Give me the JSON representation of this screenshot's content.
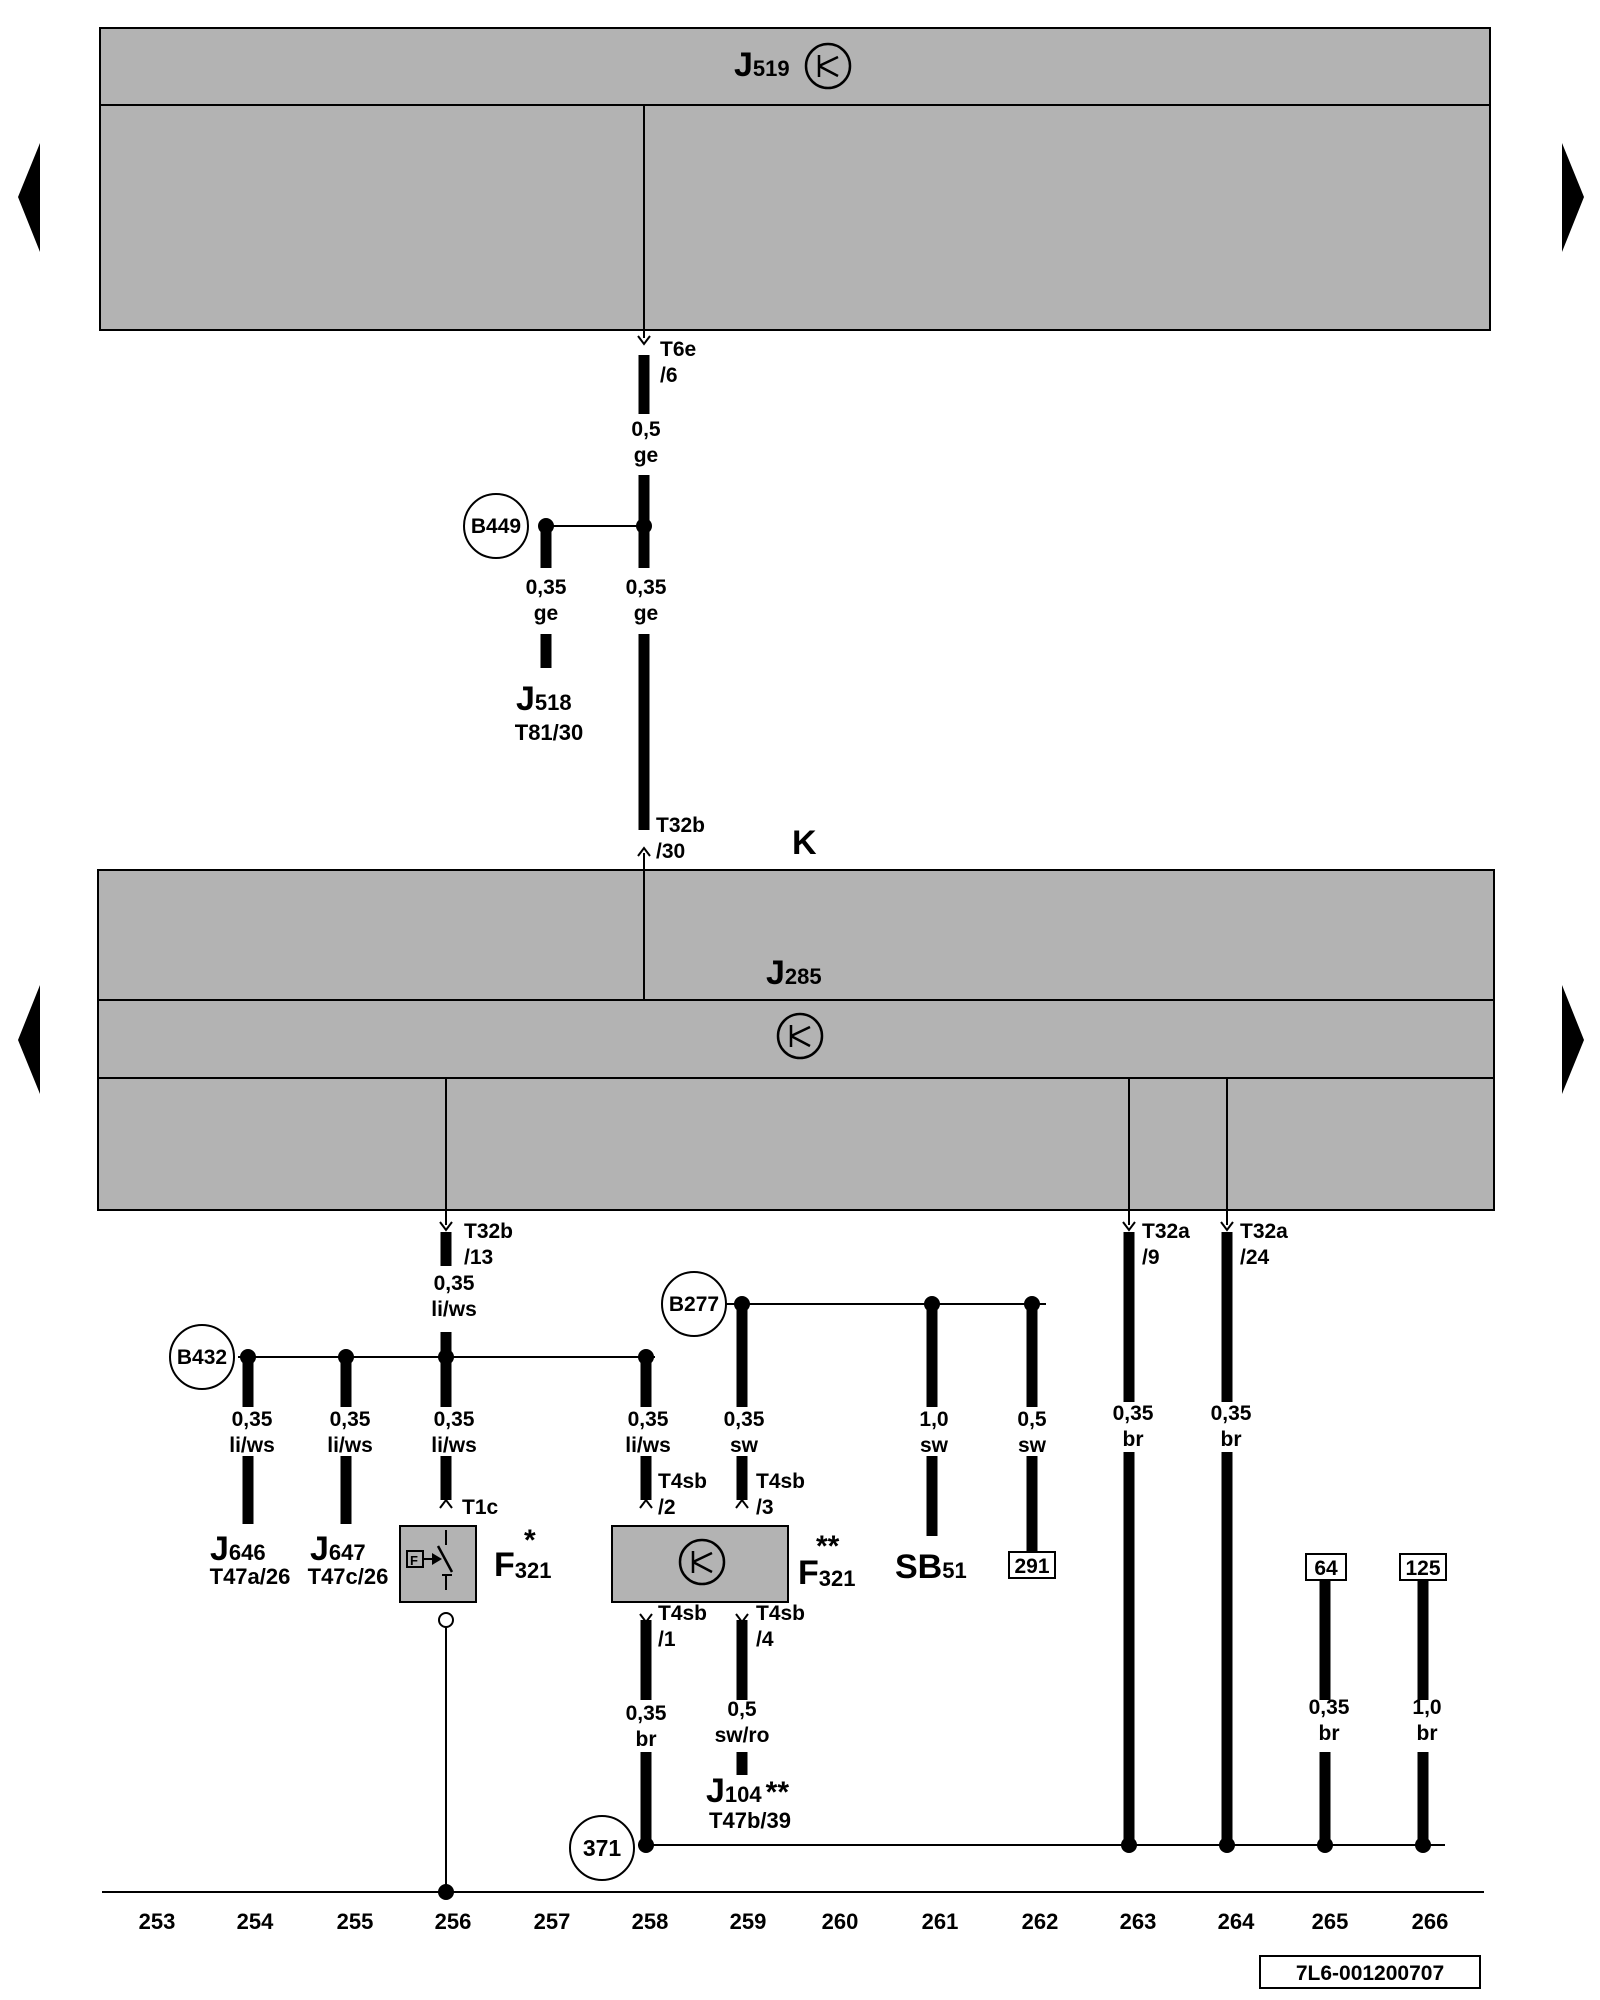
{
  "components": {
    "j519": {
      "letter": "J",
      "sub": "519"
    },
    "k": {
      "label": "K"
    },
    "j285": {
      "letter": "J",
      "sub": "285"
    },
    "j518": {
      "letter": "J",
      "sub": "518",
      "pin": "T81/30"
    },
    "j646": {
      "letter": "J",
      "sub": "646",
      "pin": "T47a/26"
    },
    "j647": {
      "letter": "J",
      "sub": "647",
      "pin": "T47c/26"
    },
    "f321_a": {
      "letter": "F",
      "sub": "321",
      "mark": "*"
    },
    "f321_b": {
      "letter": "F",
      "sub": "321",
      "mark": "**"
    },
    "sb51": {
      "letter": "SB",
      "sub": "51"
    },
    "j104": {
      "letter": "J",
      "sub": "104",
      "mark": "**",
      "pin": "T47b/39"
    }
  },
  "connectors": {
    "t6e_6": [
      "T6e",
      "/6"
    ],
    "t32b_30": [
      "T32b",
      "/30"
    ],
    "t32b_13": [
      "T32b",
      "/13"
    ],
    "t32a_9": [
      "T32a",
      "/9"
    ],
    "t32a_24": [
      "T32a",
      "/24"
    ],
    "t1c": [
      "T1c"
    ],
    "t4sb_2": [
      "T4sb",
      "/2"
    ],
    "t4sb_3": [
      "T4sb",
      "/3"
    ],
    "t4sb_1": [
      "T4sb",
      "/1"
    ],
    "t4sb_4": [
      "T4sb",
      "/4"
    ]
  },
  "wires": {
    "w_top": [
      "0,5",
      "ge"
    ],
    "w_b449": [
      "0,35",
      "ge"
    ],
    "w_main": [
      "0,35",
      "ge"
    ],
    "w_t13": [
      "0,35",
      "li/ws"
    ],
    "w_j646": [
      "0,35",
      "li/ws"
    ],
    "w_j647": [
      "0,35",
      "li/ws"
    ],
    "w_f321a": [
      "0,35",
      "li/ws"
    ],
    "w_f321b2": [
      "0,35",
      "li/ws"
    ],
    "w_f321b3": [
      "0,35",
      "sw"
    ],
    "w_sb51": [
      "1,0",
      "sw"
    ],
    "w_291": [
      "0,5",
      "sw"
    ],
    "w_263": [
      "0,35",
      "br"
    ],
    "w_264": [
      "0,35",
      "br"
    ],
    "w_f1": [
      "0,35",
      "br"
    ],
    "w_f4": [
      "0,5",
      "sw/ro"
    ],
    "w_265": [
      "0,35",
      "br"
    ],
    "w_266": [
      "1,0",
      "br"
    ]
  },
  "junctions": {
    "b449": "B449",
    "b432": "B432",
    "b277": "B277",
    "m371": "371"
  },
  "refs": {
    "r291": "291",
    "r64": "64",
    "r125": "125"
  },
  "columns": [
    "253",
    "254",
    "255",
    "256",
    "257",
    "258",
    "259",
    "260",
    "261",
    "262",
    "263",
    "264",
    "265",
    "266"
  ],
  "doc_code": "7L6-001200707",
  "colors": {
    "module_fill": "#b3b3b3",
    "line": "#000000",
    "background": "#ffffff"
  }
}
